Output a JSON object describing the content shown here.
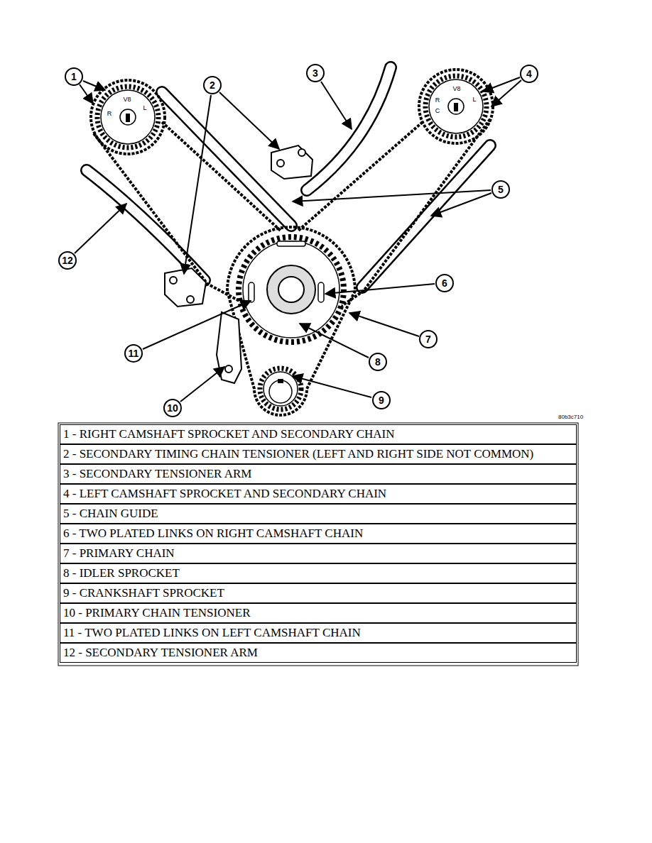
{
  "diagram": {
    "labels": [
      "1",
      "2",
      "3",
      "4",
      "5",
      "6",
      "7",
      "8",
      "9",
      "10",
      "11",
      "12",
      "V8",
      "R",
      "L",
      "V8",
      "R",
      "C",
      "L",
      "80b3c710",
      "1 - RIGHT CAMSHAFT SPROCKET AND SECONDARY CHAIN",
      "2 - SECONDARY TIMING CHAIN TENSIONER (LEFT AND RIGHT SIDE NOT COMMON)",
      "3 - SECONDARY TENSIONER ARM",
      "4 - LEFT CAMSHAFT SPROCKET AND SECONDARY CHAIN",
      "5 - CHAIN GUIDE",
      "6 - TWO PLATED LINKS ON RIGHT CAMSHAFT CHAIN",
      "7 - PRIMARY CHAIN",
      "8 - IDLER SPROCKET",
      "9 - CRANKSHAFT SPROCKET",
      "10 - PRIMARY CHAIN TENSIONER",
      "11 - TWO PLATED LINKS ON LEFT CAMSHAFT CHAIN",
      "12 - SECONDARY TENSIONER ARM"
    ]
  }
}
